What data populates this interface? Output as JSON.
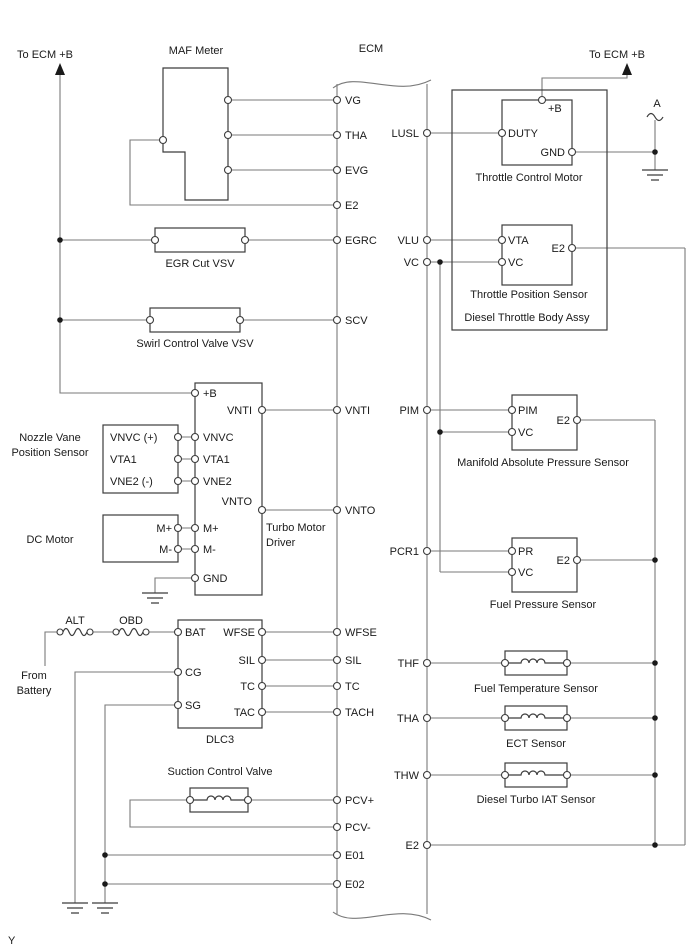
{
  "labels": {
    "to_ecm_b_left": "To ECM +B",
    "maf_meter": "MAF Meter",
    "ecm": "ECM",
    "to_ecm_b_right": "To ECM +B",
    "marker_a": "A",
    "page_marker": "Y"
  },
  "ecm_pins": {
    "left": {
      "vg": "VG",
      "tha": "THA",
      "evg": "EVG",
      "e2": "E2",
      "egrc": "EGRC",
      "scv": "SCV",
      "vnti": "VNTI",
      "vnto": "VNTO",
      "wfse": "WFSE",
      "sil": "SIL",
      "tc": "TC",
      "tach": "TACH",
      "pcv_plus": "PCV+",
      "pcv_minus": "PCV-",
      "e01": "E01",
      "e02": "E02"
    },
    "right": {
      "lusl": "LUSL",
      "vlu": "VLU",
      "vc": "VC",
      "pim": "PIM",
      "pcr1": "PCR1",
      "thf": "THF",
      "tha": "THA",
      "thw": "THW",
      "e2": "E2"
    }
  },
  "components": {
    "egr_cut_vsv": {
      "label": "EGR Cut VSV"
    },
    "swirl_vsv": {
      "label": "Swirl Control Valve VSV"
    },
    "nozzle_vane_sensor": {
      "name_line1": "Nozzle Vane",
      "name_line2": "Position Sensor",
      "pin_vnvc": "VNVC (+)",
      "pin_vta1": "VTA1",
      "pin_vne2": "VNE2 (-)"
    },
    "dc_motor": {
      "label": "DC Motor",
      "pin_m_plus": "M+",
      "pin_m_minus": "M-"
    },
    "turbo_motor_driver": {
      "name_line1": "Turbo Motor",
      "name_line2": "Driver",
      "pin_b": "+B",
      "pin_vnti": "VNTI",
      "pin_vnvc": "VNVC",
      "pin_vta1": "VTA1",
      "pin_vne2": "VNE2",
      "pin_vnto": "VNTO",
      "pin_m_plus": "M+",
      "pin_m_minus": "M-",
      "pin_gnd": "GND"
    },
    "dlc3": {
      "label": "DLC3",
      "pin_bat": "BAT",
      "pin_cg": "CG",
      "pin_sg": "SG",
      "pin_wfse": "WFSE",
      "pin_sil": "SIL",
      "pin_tc": "TC",
      "pin_tac": "TAC"
    },
    "fuses": {
      "alt": "ALT",
      "obd": "OBD"
    },
    "battery_note": {
      "line1": "From",
      "line2": "Battery"
    },
    "suction_control_valve": {
      "label": "Suction Control Valve"
    },
    "throttle_body": {
      "assy_label": "Diesel Throttle Body Assy",
      "motor": {
        "label": "Throttle Control Motor",
        "pin_b": "+B",
        "pin_duty": "DUTY",
        "pin_gnd": "GND"
      },
      "tps": {
        "label": "Throttle Position Sensor",
        "pin_vta": "VTA",
        "pin_vc": "VC",
        "pin_e2": "E2"
      }
    },
    "map_sensor": {
      "label": "Manifold Absolute Pressure Sensor",
      "pin_pim": "PIM",
      "pin_vc": "VC",
      "pin_e2": "E2"
    },
    "fuel_pressure_sensor": {
      "label": "Fuel Pressure Sensor",
      "pin_pr": "PR",
      "pin_vc": "VC",
      "pin_e2": "E2"
    },
    "fuel_temp_sensor": {
      "label": "Fuel Temperature Sensor"
    },
    "ect_sensor": {
      "label": "ECT Sensor"
    },
    "iat_sensor": {
      "label": "Diesel Turbo IAT Sensor"
    }
  }
}
